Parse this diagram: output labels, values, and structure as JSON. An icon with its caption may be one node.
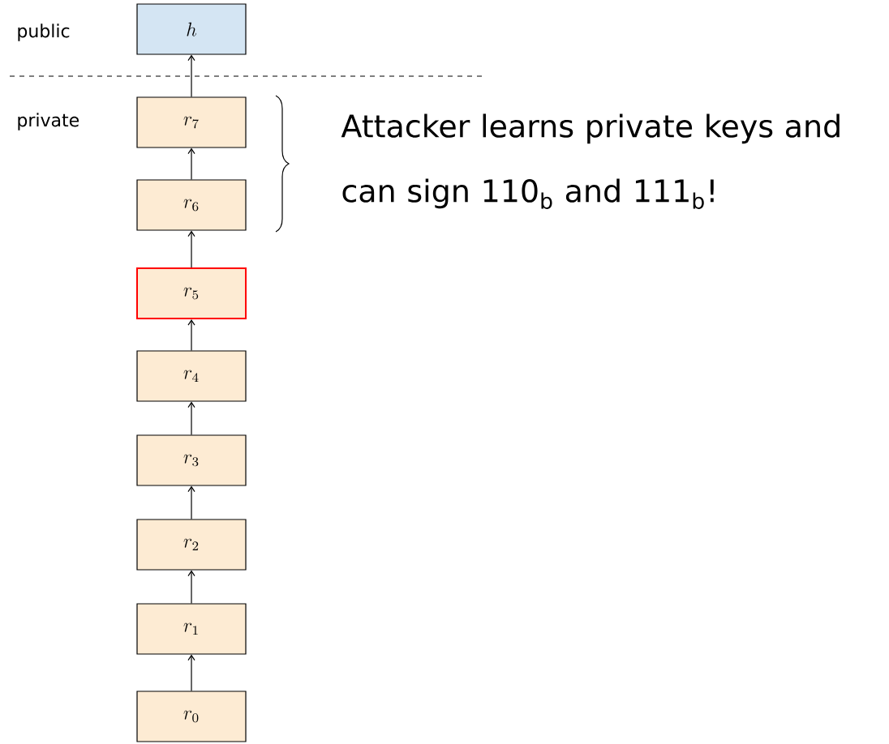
{
  "diagram": {
    "nodes": [
      {
        "text": [
          "h"
        ]
      },
      {
        "text": [
          "r_7"
        ]
      },
      {
        "text": [
          "r_6"
        ]
      },
      {
        "text": [
          "r_5"
        ]
      },
      {
        "text": [
          "r_4"
        ]
      },
      {
        "text": [
          "r_3"
        ]
      },
      {
        "text": [
          "r_2"
        ]
      },
      {
        "text": [
          "r_1"
        ]
      },
      {
        "text": [
          "r_0"
        ]
      }
    ],
    "edges": [
      {
        "from": 1,
        "to": 0,
        "arrow": "to"
      },
      {
        "from": 2,
        "to": 1,
        "arrow": "to"
      },
      {
        "from": 3,
        "to": 2,
        "arrow": "to"
      },
      {
        "from": 4,
        "to": 3,
        "arrow": "to"
      },
      {
        "from": 5,
        "to": 4,
        "arrow": "to"
      },
      {
        "from": 6,
        "to": 5,
        "arrow": "to"
      },
      {
        "from": 7,
        "to": 6,
        "arrow": "to"
      },
      {
        "from": 8,
        "to": 7,
        "arrow": "to"
      }
    ],
    "labels": [
      "public",
      "private",
      "Attacker learns private keys and can sign 110$_{b}$ and 111$_{b}$!"
    ]
  }
}
